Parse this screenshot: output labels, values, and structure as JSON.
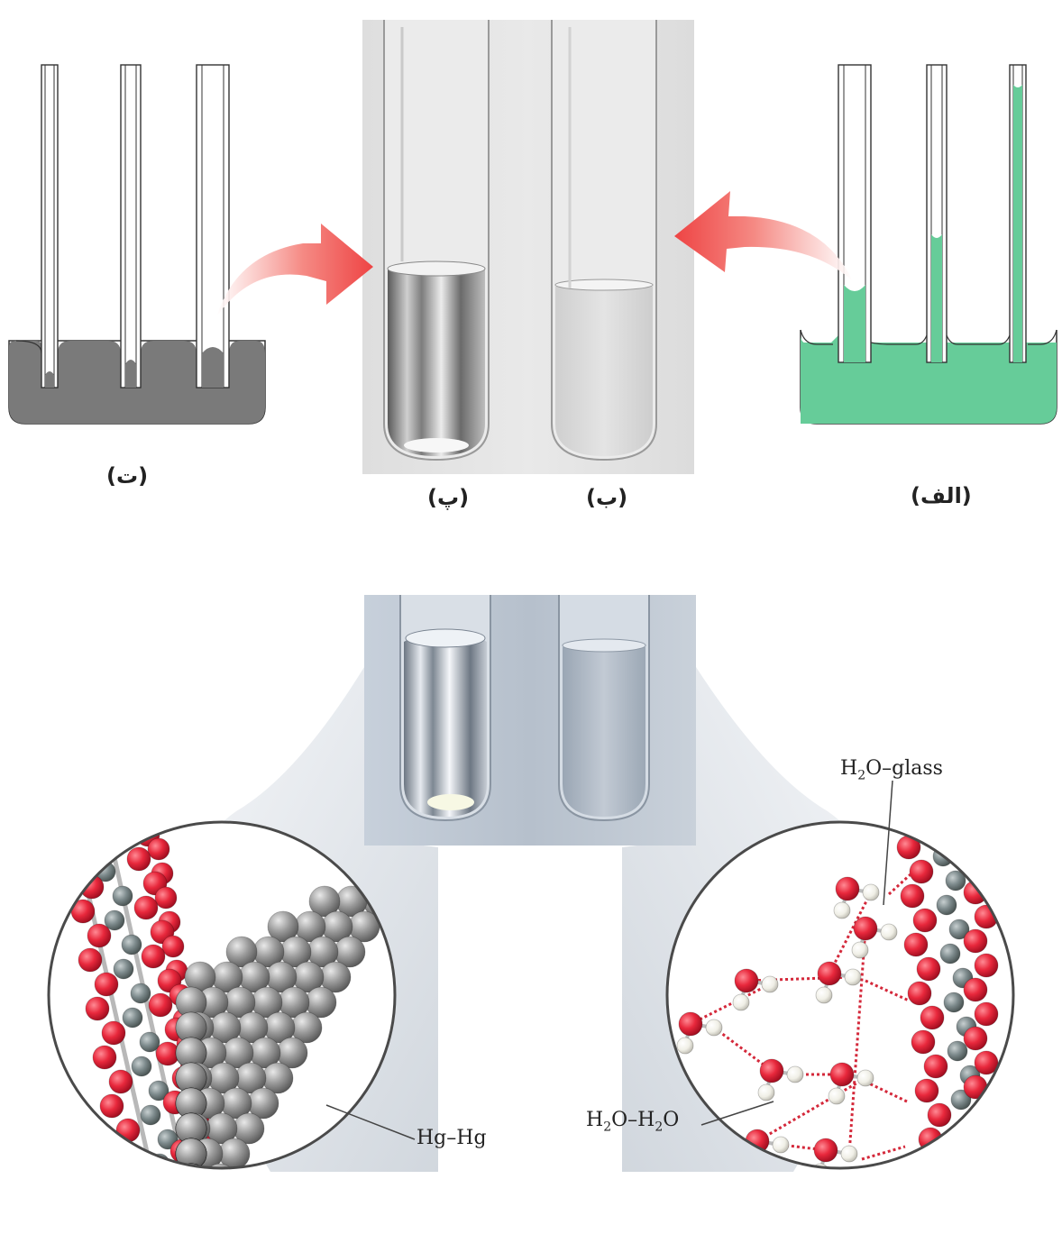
{
  "panel_labels": {
    "a": "(الف)",
    "b": "(ب)",
    "p": "(پ)",
    "t": "(ت)"
  },
  "annotations": {
    "hg": "Hg–Hg",
    "water_water": {
      "a": "H",
      "b": "2",
      "c": "O–H",
      "d": "2",
      "e": "O"
    },
    "water_glass": {
      "a": "H",
      "b": "2",
      "c": "O–glass"
    }
  },
  "colors": {
    "water_green": "#66cc99",
    "mercury_grey": "#7a7a7a",
    "arrow_red": "#ee4444",
    "oxygen_red": "#e8283c",
    "silicon_grey": "#7d8a8c",
    "hydrogen_white": "#f0efe6"
  }
}
